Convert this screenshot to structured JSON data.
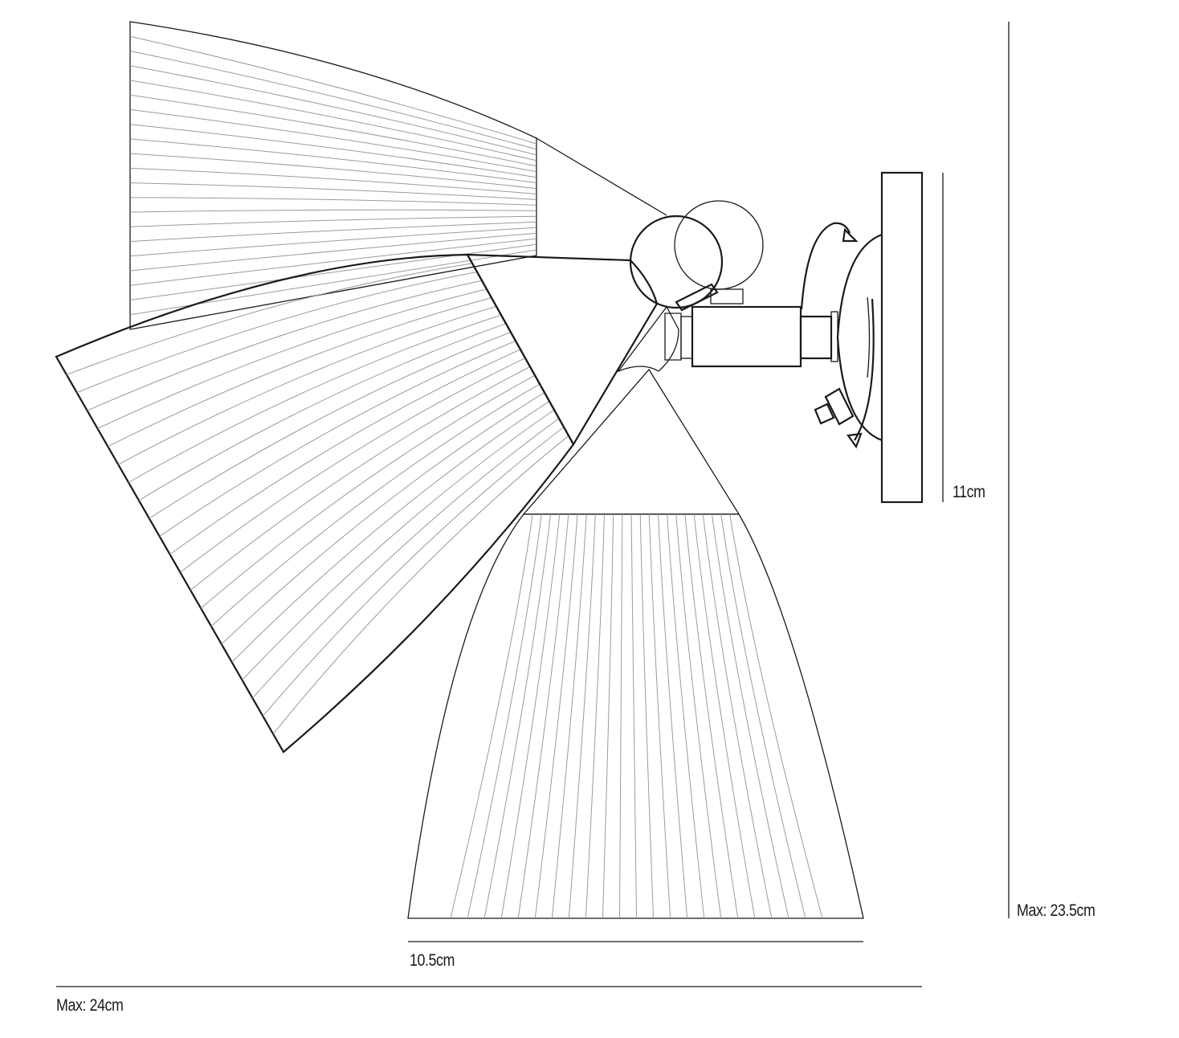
{
  "dimensions": {
    "wall_plate_height": "11cm",
    "max_height": "Max: 23.5cm",
    "shade_width": "10.5cm",
    "max_width": "Max: 24cm"
  },
  "colors": {
    "ink": "#1a1a1a",
    "rib": "#9a9a9a",
    "background": "#ffffff"
  }
}
